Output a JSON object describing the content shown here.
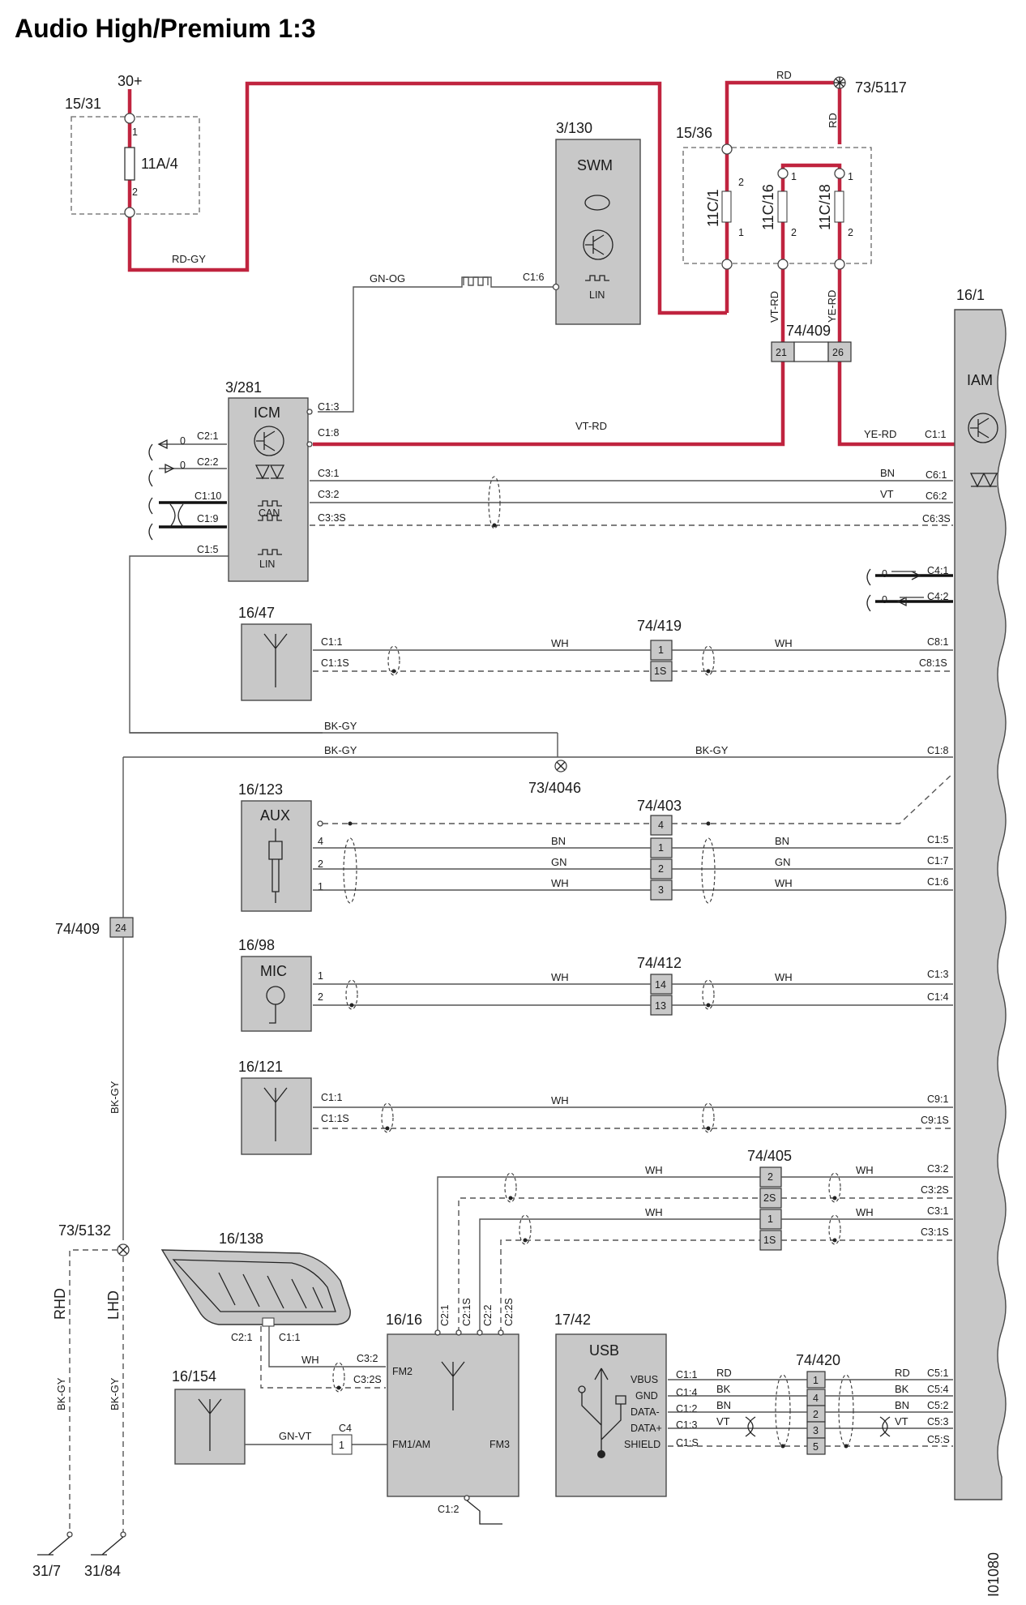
{
  "title": "Audio High/Premium 1:3",
  "doc_number": "I01080",
  "power": {
    "feed": "30+",
    "fusebox_id": "15/31",
    "fuse": "11A/4",
    "wire": "RD-GY"
  },
  "fusebox2": {
    "id": "15/36",
    "fuses": [
      "11C/1",
      "11C/16",
      "11C/18"
    ],
    "wire_top": "RD",
    "wire_riser": "RD",
    "ground_point": "73/5117"
  },
  "fuse_pins": [
    "1",
    "2"
  ],
  "swm": {
    "id": "3/130",
    "name": "SWM",
    "pin": "C1:6",
    "wire": "GN-OG",
    "lin": "LIN"
  },
  "icm": {
    "id": "3/281",
    "name": "ICM",
    "can": "CAN",
    "lin": "LIN",
    "pins": [
      "C1:3",
      "C1:8",
      "C2:1",
      "C2:2",
      "C1:10",
      "C1:9",
      "C3:1",
      "C3:2",
      "C3:3S",
      "C1:5"
    ],
    "zero": "0"
  },
  "iam": {
    "id": "16/1",
    "name": "IAM"
  },
  "conn_74_409": {
    "id": "74/409",
    "pins": [
      "21",
      "26"
    ],
    "pin_lower": "24"
  },
  "wires": {
    "vt_rd": "VT-RD",
    "ye_rd": "YE-RD",
    "bn": "BN",
    "vt": "VT",
    "wh": "WH",
    "gn": "GN",
    "bk_gy": "BK-GY",
    "rd": "RD",
    "bk": "BK",
    "gn_vt": "GN-VT"
  },
  "iam_pins": {
    "c1_1": "C1:1",
    "c6_1": "C6:1",
    "c6_2": "C6:2",
    "c6_3s": "C6:3S",
    "c4_1": "C4:1",
    "c4_2": "C4:2",
    "c8_1": "C8:1",
    "c8_1s": "C8:1S",
    "c1_8": "C1:8",
    "c1_5": "C1:5",
    "c1_7": "C1:7",
    "c1_6": "C1:6",
    "c1_3": "C1:3",
    "c1_4": "C1:4",
    "c9_1": "C9:1",
    "c9_1s": "C9:1S",
    "c3_2": "C3:2",
    "c3_2s": "C3:2S",
    "c3_1": "C3:1",
    "c3_1s": "C3:1S",
    "c5_1": "C5:1",
    "c5_4": "C5:4",
    "c5_2": "C5:2",
    "c5_3": "C5:3",
    "c5_s": "C5:S"
  },
  "antenna1": {
    "id": "16/47",
    "pins": [
      "C1:1",
      "C1:1S"
    ]
  },
  "conn_74_419": {
    "id": "74/419",
    "pins": [
      "1",
      "1S"
    ]
  },
  "ground_splice": {
    "id": "73/4046"
  },
  "aux": {
    "id": "16/123",
    "name": "AUX",
    "pins": [
      "4",
      "2",
      "1"
    ]
  },
  "conn_74_403": {
    "id": "74/403",
    "pins": [
      "4",
      "1",
      "2",
      "3"
    ]
  },
  "mic": {
    "id": "16/98",
    "name": "MIC",
    "pins": [
      "1",
      "2"
    ]
  },
  "conn_74_412": {
    "id": "74/412",
    "pins": [
      "14",
      "13"
    ]
  },
  "antenna2": {
    "id": "16/121",
    "pins": [
      "C1:1",
      "C1:1S"
    ]
  },
  "conn_74_405": {
    "id": "74/405",
    "pins": [
      "2",
      "2S",
      "1",
      "1S"
    ]
  },
  "splice_5132": {
    "id": "73/5132",
    "rhd": "RHD",
    "lhd": "LHD"
  },
  "grounds": [
    "31/7",
    "31/84"
  ],
  "window_antenna": {
    "id": "16/138",
    "pins": [
      "C2:1",
      "C1:1"
    ]
  },
  "tuner": {
    "id": "16/16",
    "pins_top": [
      "C2:1",
      "C2:1S",
      "C2:2",
      "C2:2S"
    ],
    "fm2": "FM2",
    "fm1am": "FM1/AM",
    "fm3": "FM3",
    "c3_2": "C3:2",
    "c3_2s": "C3:2S",
    "gnd_pin": "C1:2"
  },
  "antenna3": {
    "id": "16/154",
    "conn": "C4",
    "conn_pin": "1"
  },
  "usb": {
    "id": "17/42",
    "name": "USB",
    "signals": [
      "VBUS",
      "GND",
      "DATA-",
      "DATA+",
      "SHIELD"
    ],
    "pins": [
      "C1:1",
      "C1:4",
      "C1:2",
      "C1:3",
      "C1:S"
    ]
  },
  "conn_74_420": {
    "id": "74/420",
    "pins": [
      "1",
      "4",
      "2",
      "3",
      "5"
    ]
  }
}
